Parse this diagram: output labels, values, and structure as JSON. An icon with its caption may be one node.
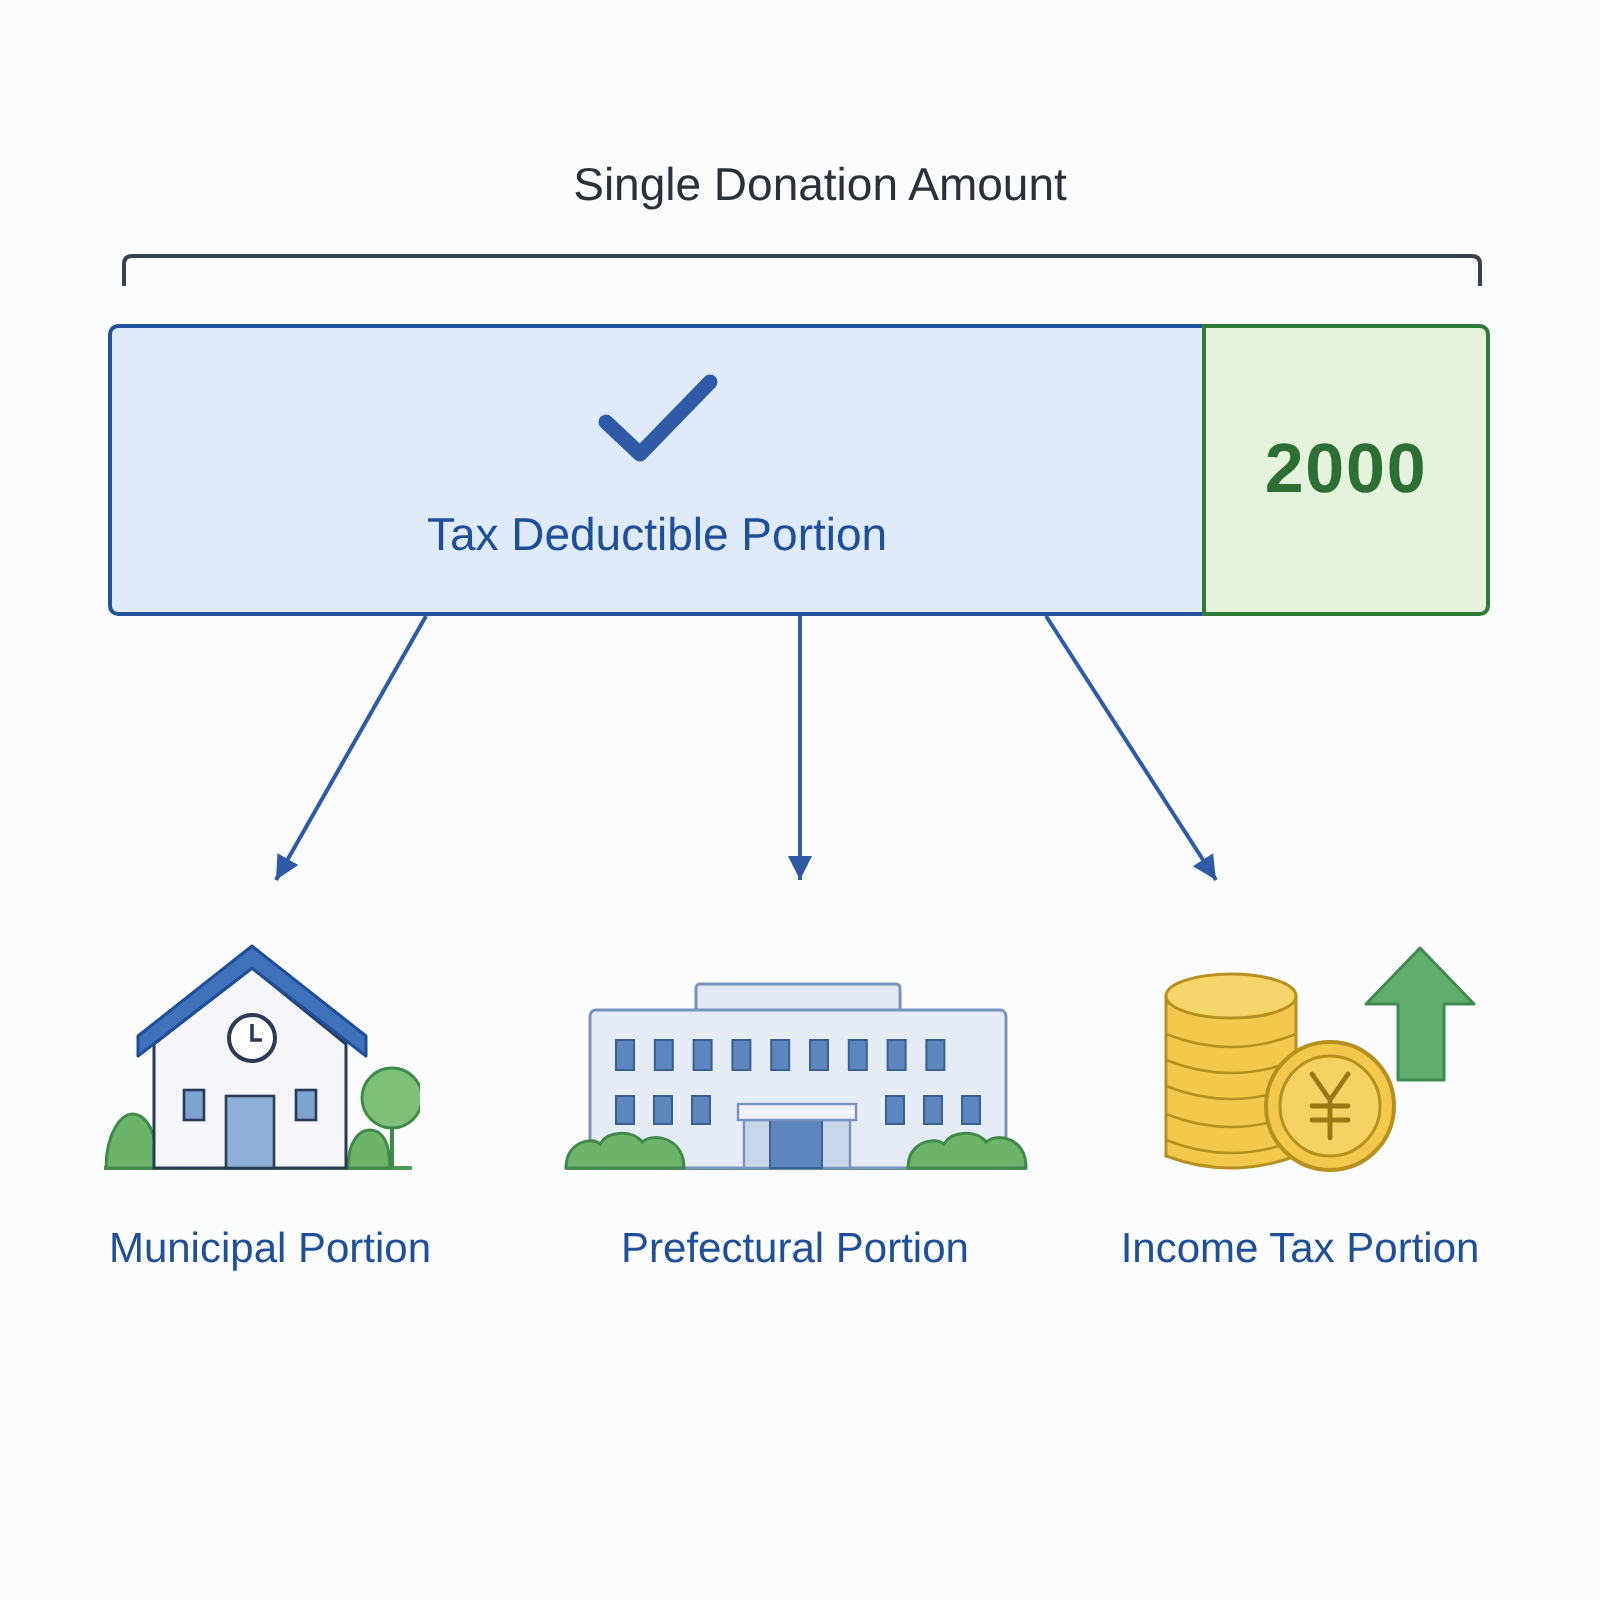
{
  "diagram": {
    "title": "Single Donation Amount",
    "nodes": [
      {
        "text": [
          "Tax Deductible Portion"
        ]
      },
      {
        "text": [
          "2000"
        ]
      },
      {
        "text": [
          "Municipal Portion"
        ]
      },
      {
        "text": [
          "Prefectural Portion"
        ]
      },
      {
        "text": [
          "Income Tax Portion"
        ]
      }
    ],
    "edges": [
      {
        "from": 0,
        "to": 2,
        "arrow": "to"
      },
      {
        "from": 0,
        "to": 3,
        "arrow": "to"
      },
      {
        "from": 0,
        "to": 4,
        "arrow": "to"
      }
    ]
  }
}
